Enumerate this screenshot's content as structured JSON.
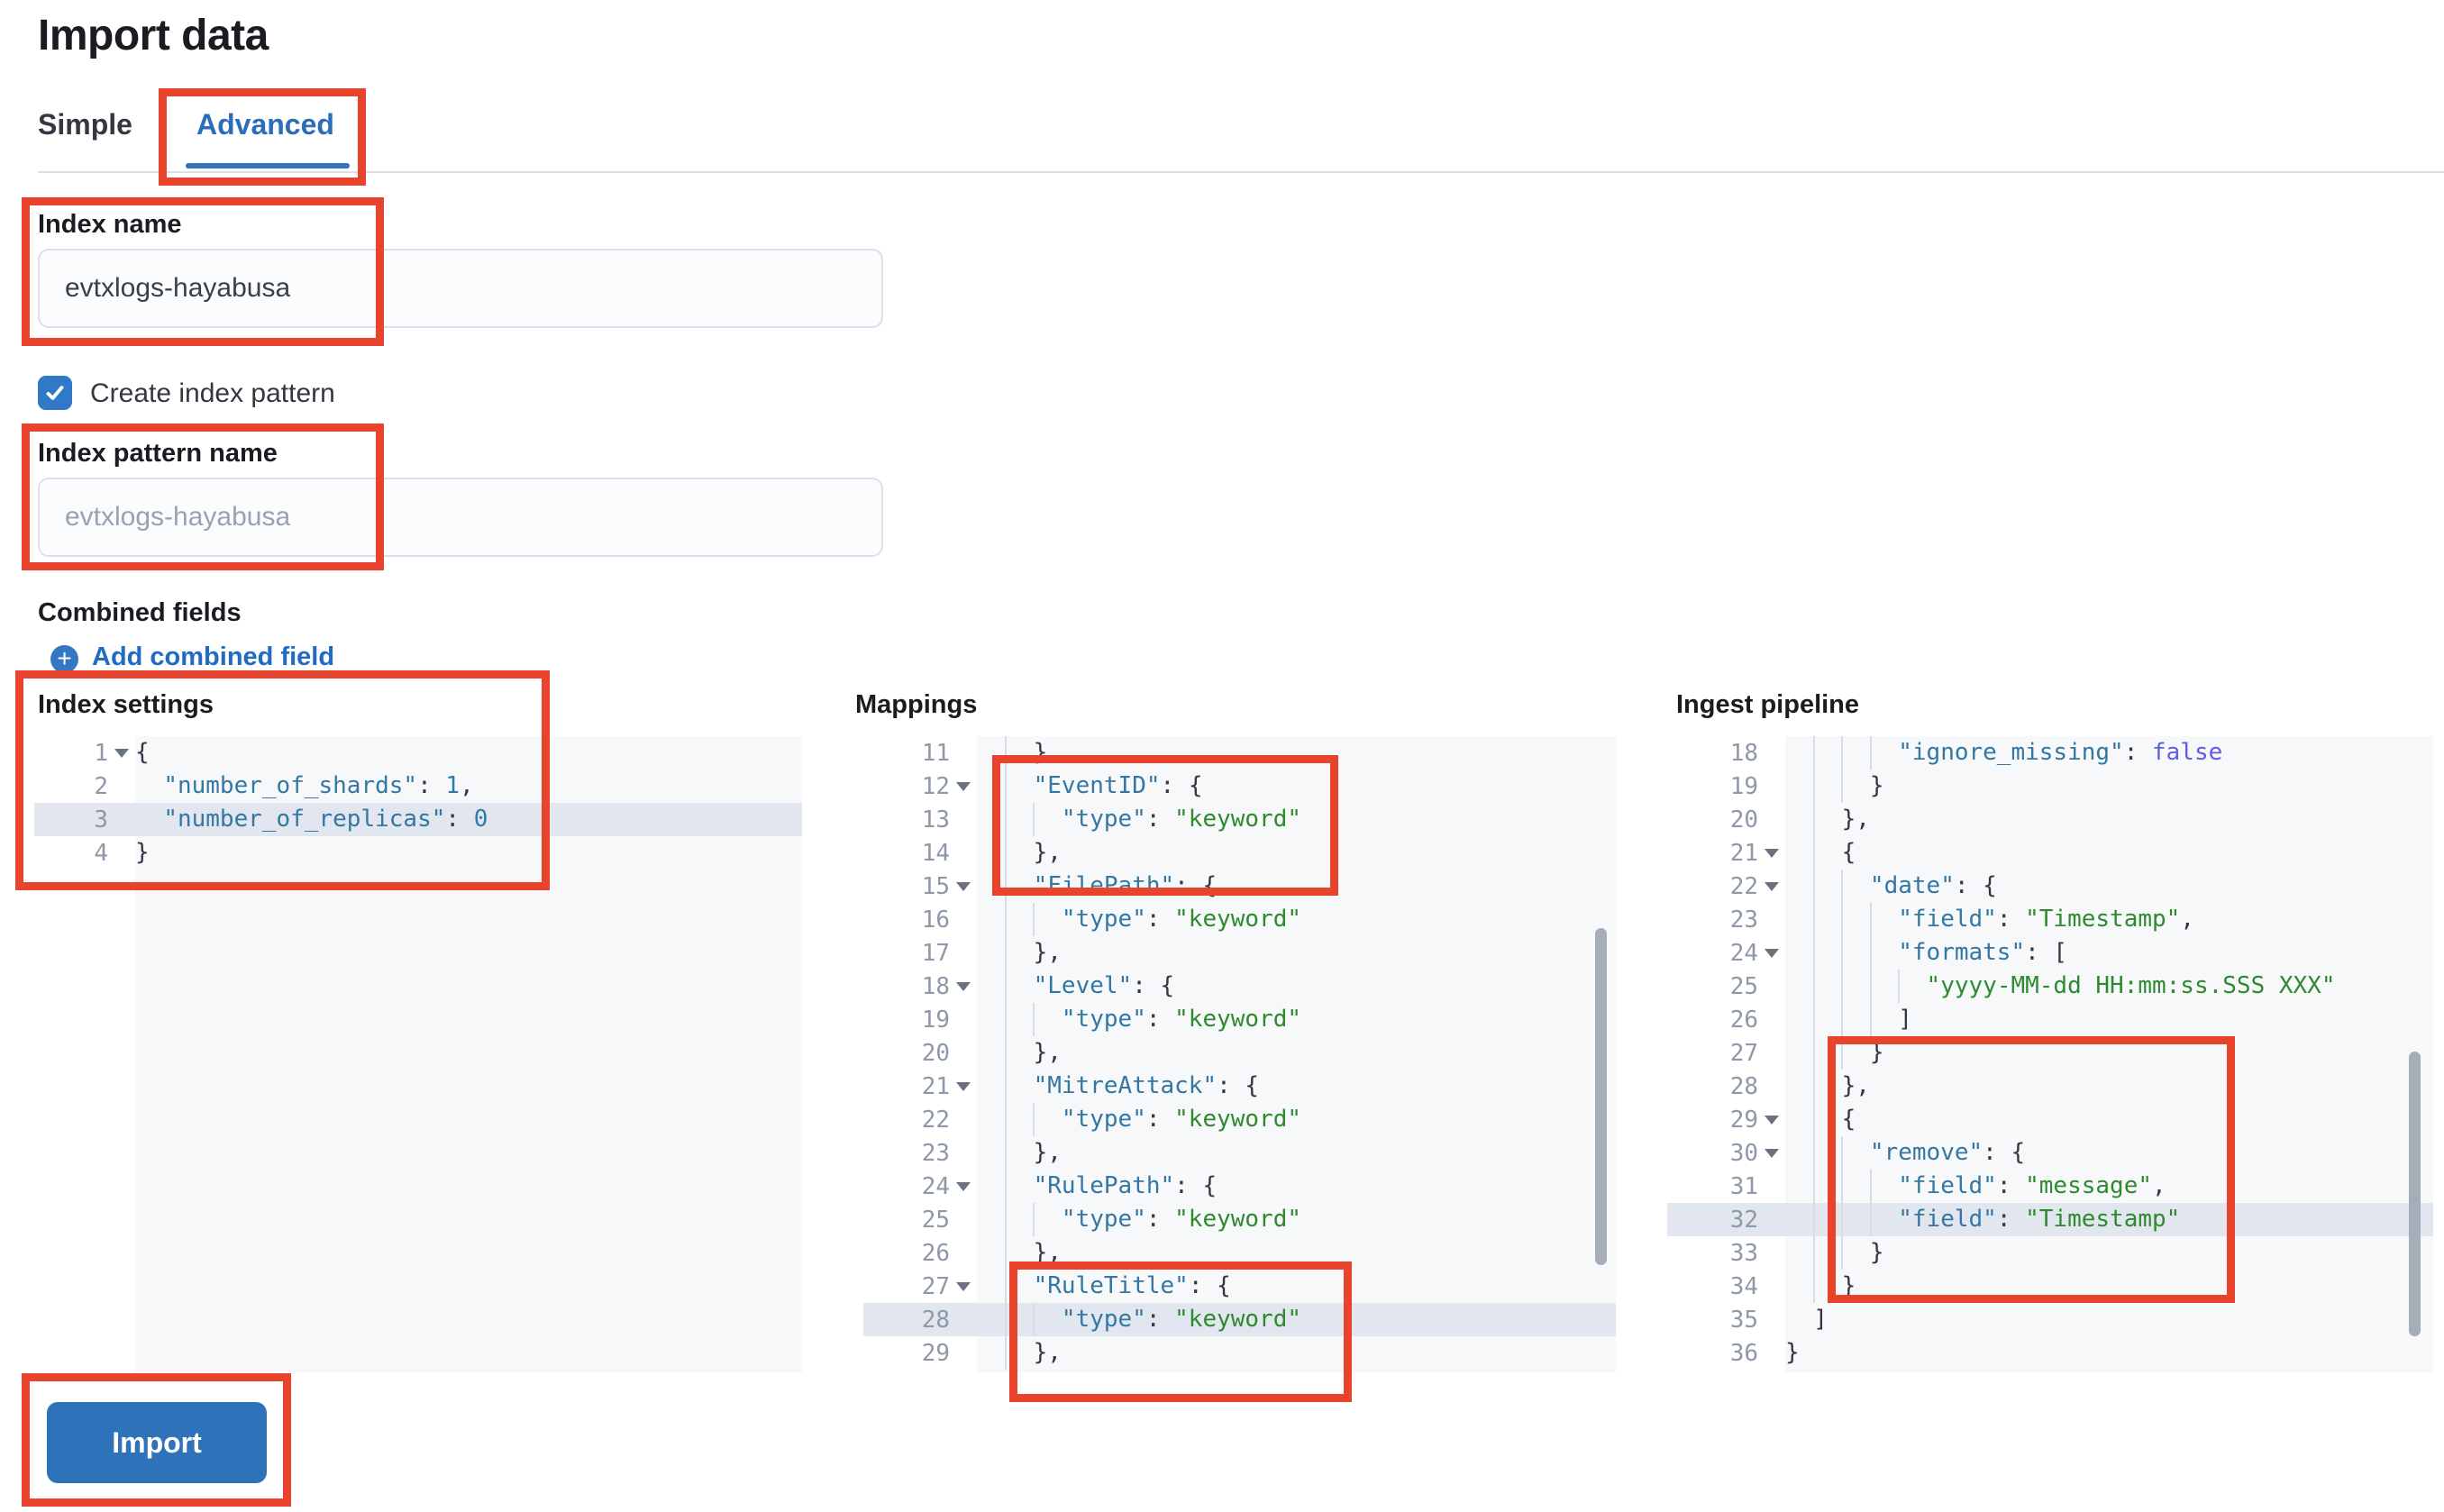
{
  "page": {
    "title": "Import data"
  },
  "tabs": [
    {
      "label": "Simple",
      "active": false
    },
    {
      "label": "Advanced",
      "active": true
    }
  ],
  "form": {
    "index_name": {
      "label": "Index name",
      "value": "evtxlogs-hayabusa"
    },
    "create_index_pattern": {
      "label": "Create index pattern",
      "checked": true
    },
    "index_pattern_name": {
      "label": "Index pattern name",
      "placeholder": "evtxlogs-hayabusa"
    },
    "combined_fields": {
      "label": "Combined fields",
      "add_link": "Add combined field"
    }
  },
  "import_button": {
    "label": "Import"
  },
  "colors": {
    "annotation": "#e8432d",
    "active_tab": "#2a6eba",
    "link": "#206bc4",
    "primary_button": "#2e72b9",
    "checkbox": "#3178c7",
    "code_key": "#3477a2",
    "code_string": "#2f8a2f",
    "code_number": "#2d7ca8",
    "code_boolean": "#5d5de8",
    "editor_bg": "#f6f8fa",
    "active_line": "#e1e6ef"
  },
  "editors": [
    {
      "id": "settings",
      "label": "Index settings",
      "lines": [
        {
          "n": 1,
          "fold": true,
          "seg": [
            [
              "p",
              "{"
            ]
          ]
        },
        {
          "n": 2,
          "seg": [
            [
              "p",
              "  "
            ],
            [
              "k",
              "\"number_of_shards\""
            ],
            [
              "p",
              ": "
            ],
            [
              "n",
              "1"
            ],
            [
              "p",
              ","
            ]
          ]
        },
        {
          "n": 3,
          "active": true,
          "seg": [
            [
              "p",
              "  "
            ],
            [
              "k",
              "\"number_of_replicas\""
            ],
            [
              "p",
              ": "
            ],
            [
              "n",
              "0"
            ]
          ]
        },
        {
          "n": 4,
          "seg": [
            [
              "p",
              "}"
            ]
          ]
        }
      ]
    },
    {
      "id": "mappings",
      "label": "Mappings",
      "lines": [
        {
          "n": 11,
          "seg": [
            [
              "p",
              "    },"
            ]
          ]
        },
        {
          "n": 12,
          "fold": true,
          "seg": [
            [
              "p",
              "    "
            ],
            [
              "k",
              "\"EventID\""
            ],
            [
              "p",
              ": {"
            ]
          ]
        },
        {
          "n": 13,
          "seg": [
            [
              "p",
              "      "
            ],
            [
              "k",
              "\"type\""
            ],
            [
              "p",
              ": "
            ],
            [
              "s",
              "\"keyword\""
            ]
          ]
        },
        {
          "n": 14,
          "seg": [
            [
              "p",
              "    },"
            ]
          ]
        },
        {
          "n": 15,
          "fold": true,
          "seg": [
            [
              "p",
              "    "
            ],
            [
              "k",
              "\"FilePath\""
            ],
            [
              "p",
              ": {"
            ]
          ]
        },
        {
          "n": 16,
          "seg": [
            [
              "p",
              "      "
            ],
            [
              "k",
              "\"type\""
            ],
            [
              "p",
              ": "
            ],
            [
              "s",
              "\"keyword\""
            ]
          ]
        },
        {
          "n": 17,
          "seg": [
            [
              "p",
              "    },"
            ]
          ]
        },
        {
          "n": 18,
          "fold": true,
          "seg": [
            [
              "p",
              "    "
            ],
            [
              "k",
              "\"Level\""
            ],
            [
              "p",
              ": {"
            ]
          ]
        },
        {
          "n": 19,
          "seg": [
            [
              "p",
              "      "
            ],
            [
              "k",
              "\"type\""
            ],
            [
              "p",
              ": "
            ],
            [
              "s",
              "\"keyword\""
            ]
          ]
        },
        {
          "n": 20,
          "seg": [
            [
              "p",
              "    },"
            ]
          ]
        },
        {
          "n": 21,
          "fold": true,
          "seg": [
            [
              "p",
              "    "
            ],
            [
              "k",
              "\"MitreAttack\""
            ],
            [
              "p",
              ": {"
            ]
          ]
        },
        {
          "n": 22,
          "seg": [
            [
              "p",
              "      "
            ],
            [
              "k",
              "\"type\""
            ],
            [
              "p",
              ": "
            ],
            [
              "s",
              "\"keyword\""
            ]
          ]
        },
        {
          "n": 23,
          "seg": [
            [
              "p",
              "    },"
            ]
          ]
        },
        {
          "n": 24,
          "fold": true,
          "seg": [
            [
              "p",
              "    "
            ],
            [
              "k",
              "\"RulePath\""
            ],
            [
              "p",
              ": {"
            ]
          ]
        },
        {
          "n": 25,
          "seg": [
            [
              "p",
              "      "
            ],
            [
              "k",
              "\"type\""
            ],
            [
              "p",
              ": "
            ],
            [
              "s",
              "\"keyword\""
            ]
          ]
        },
        {
          "n": 26,
          "seg": [
            [
              "p",
              "    },"
            ]
          ]
        },
        {
          "n": 27,
          "fold": true,
          "seg": [
            [
              "p",
              "    "
            ],
            [
              "k",
              "\"RuleTitle\""
            ],
            [
              "p",
              ": {"
            ]
          ]
        },
        {
          "n": 28,
          "active": true,
          "seg": [
            [
              "p",
              "      "
            ],
            [
              "k",
              "\"type\""
            ],
            [
              "p",
              ": "
            ],
            [
              "s",
              "\"keyword\""
            ]
          ]
        },
        {
          "n": 29,
          "seg": [
            [
              "p",
              "    },"
            ]
          ]
        }
      ]
    },
    {
      "id": "ingest",
      "label": "Ingest pipeline",
      "lines": [
        {
          "n": 18,
          "seg": [
            [
              "p",
              "        "
            ],
            [
              "k",
              "\"ignore_missing\""
            ],
            [
              "p",
              ": "
            ],
            [
              "b",
              "false"
            ]
          ]
        },
        {
          "n": 19,
          "seg": [
            [
              "p",
              "      }"
            ]
          ]
        },
        {
          "n": 20,
          "seg": [
            [
              "p",
              "    },"
            ]
          ]
        },
        {
          "n": 21,
          "fold": true,
          "seg": [
            [
              "p",
              "    {"
            ]
          ]
        },
        {
          "n": 22,
          "fold": true,
          "seg": [
            [
              "p",
              "      "
            ],
            [
              "k",
              "\"date\""
            ],
            [
              "p",
              ": {"
            ]
          ]
        },
        {
          "n": 23,
          "seg": [
            [
              "p",
              "        "
            ],
            [
              "k",
              "\"field\""
            ],
            [
              "p",
              ": "
            ],
            [
              "s",
              "\"Timestamp\""
            ],
            [
              "p",
              ","
            ]
          ]
        },
        {
          "n": 24,
          "fold": true,
          "seg": [
            [
              "p",
              "        "
            ],
            [
              "k",
              "\"formats\""
            ],
            [
              "p",
              ": ["
            ]
          ]
        },
        {
          "n": 25,
          "seg": [
            [
              "p",
              "          "
            ],
            [
              "s",
              "\"yyyy-MM-dd HH:mm:ss.SSS XXX\""
            ]
          ]
        },
        {
          "n": 26,
          "seg": [
            [
              "p",
              "        ]"
            ]
          ]
        },
        {
          "n": 27,
          "seg": [
            [
              "p",
              "      }"
            ]
          ]
        },
        {
          "n": 28,
          "seg": [
            [
              "p",
              "    },"
            ]
          ]
        },
        {
          "n": 29,
          "fold": true,
          "seg": [
            [
              "p",
              "    {"
            ]
          ]
        },
        {
          "n": 30,
          "fold": true,
          "seg": [
            [
              "p",
              "      "
            ],
            [
              "k",
              "\"remove\""
            ],
            [
              "p",
              ": {"
            ]
          ]
        },
        {
          "n": 31,
          "seg": [
            [
              "p",
              "        "
            ],
            [
              "k",
              "\"field\""
            ],
            [
              "p",
              ": "
            ],
            [
              "s",
              "\"message\""
            ],
            [
              "p",
              ","
            ]
          ]
        },
        {
          "n": 32,
          "active": true,
          "seg": [
            [
              "p",
              "        "
            ],
            [
              "k",
              "\"field\""
            ],
            [
              "p",
              ": "
            ],
            [
              "s",
              "\"Timestamp\""
            ]
          ]
        },
        {
          "n": 33,
          "seg": [
            [
              "p",
              "      }"
            ]
          ]
        },
        {
          "n": 34,
          "seg": [
            [
              "p",
              "    }"
            ]
          ]
        },
        {
          "n": 35,
          "seg": [
            [
              "p",
              "  ]"
            ]
          ]
        },
        {
          "n": 36,
          "seg": [
            [
              "p",
              "}"
            ]
          ]
        }
      ]
    }
  ]
}
